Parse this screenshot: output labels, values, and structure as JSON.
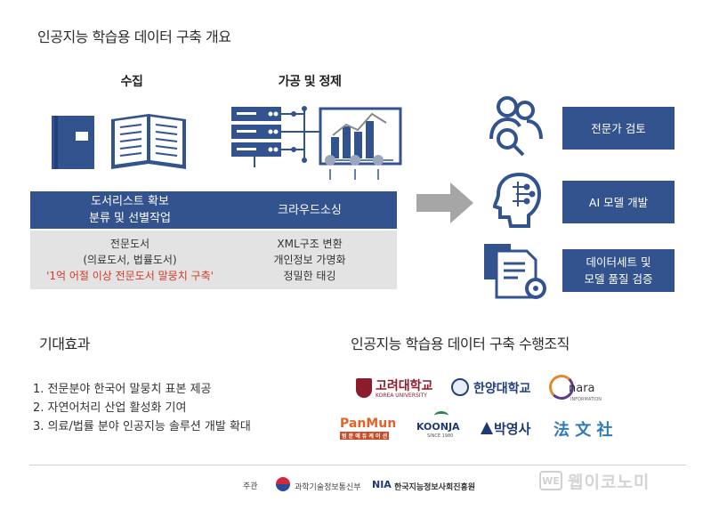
{
  "overview_title": "인공지능 학습용 데이터 구축 개요",
  "collect": {
    "heading": "수집",
    "navy_lines": [
      "도서리스트 확보",
      "분류 및 선별작업"
    ],
    "gray_lines": [
      "전문도서",
      "(의료도서, 법률도서)"
    ],
    "gray_highlight": "'1억 어절 이상 전문도서 말뭉치 구축'"
  },
  "process": {
    "heading": "가공 및 정제",
    "navy_label": "크라우드소싱",
    "gray_lines": [
      "XML구조 변환",
      "개인정보 가명화",
      "정밀한 태깅"
    ]
  },
  "results": [
    {
      "label_lines": [
        "전문가 검토"
      ],
      "icon": "expert-review-icon"
    },
    {
      "label_lines": [
        "AI 모델 개발"
      ],
      "icon": "ai-head-icon"
    },
    {
      "label_lines": [
        "데이터세트 및",
        "모델 품질 검증"
      ],
      "icon": "document-gear-icon"
    }
  ],
  "effects": {
    "title": "기대효과",
    "items": [
      "1. 전문분야 한국어 말뭉치 표본 제공",
      "2. 자연어처리 산업 활성화 기여",
      "3. 의료/법률 분야 인공지능 솔루션 개발 확대"
    ]
  },
  "org": {
    "title": "인공지능 학습용 데이터 구축 수행조직",
    "logos": {
      "korea_univ": "고려대학교",
      "korea_univ_sub": "KOREA UNIVERSITY",
      "hanyang": "한양대학교",
      "nara": "nara",
      "nara_sub": "INFORMATION",
      "panmun": "PanMun",
      "panmun_sub": "범 문 에 듀 케 이 션",
      "koonja": "KOONJA",
      "koonja_sub": "SINCE 1980",
      "bakyoung": "박영사",
      "bobmunsa": "法 文 社"
    }
  },
  "footer": {
    "host_label": "주관",
    "ministry": "과학기술정보통신부",
    "nia_abbr": "NIA",
    "nia_name": "한국지능정보사회진흥원"
  },
  "watermark": {
    "badge": "WE",
    "text": "웹이코노미"
  },
  "colors": {
    "navy": "#33538f",
    "gray_box": "#e3e3e3",
    "highlight": "#d6e6f6",
    "red_text": "#d23b27",
    "arrow": "#a6a6a6"
  }
}
